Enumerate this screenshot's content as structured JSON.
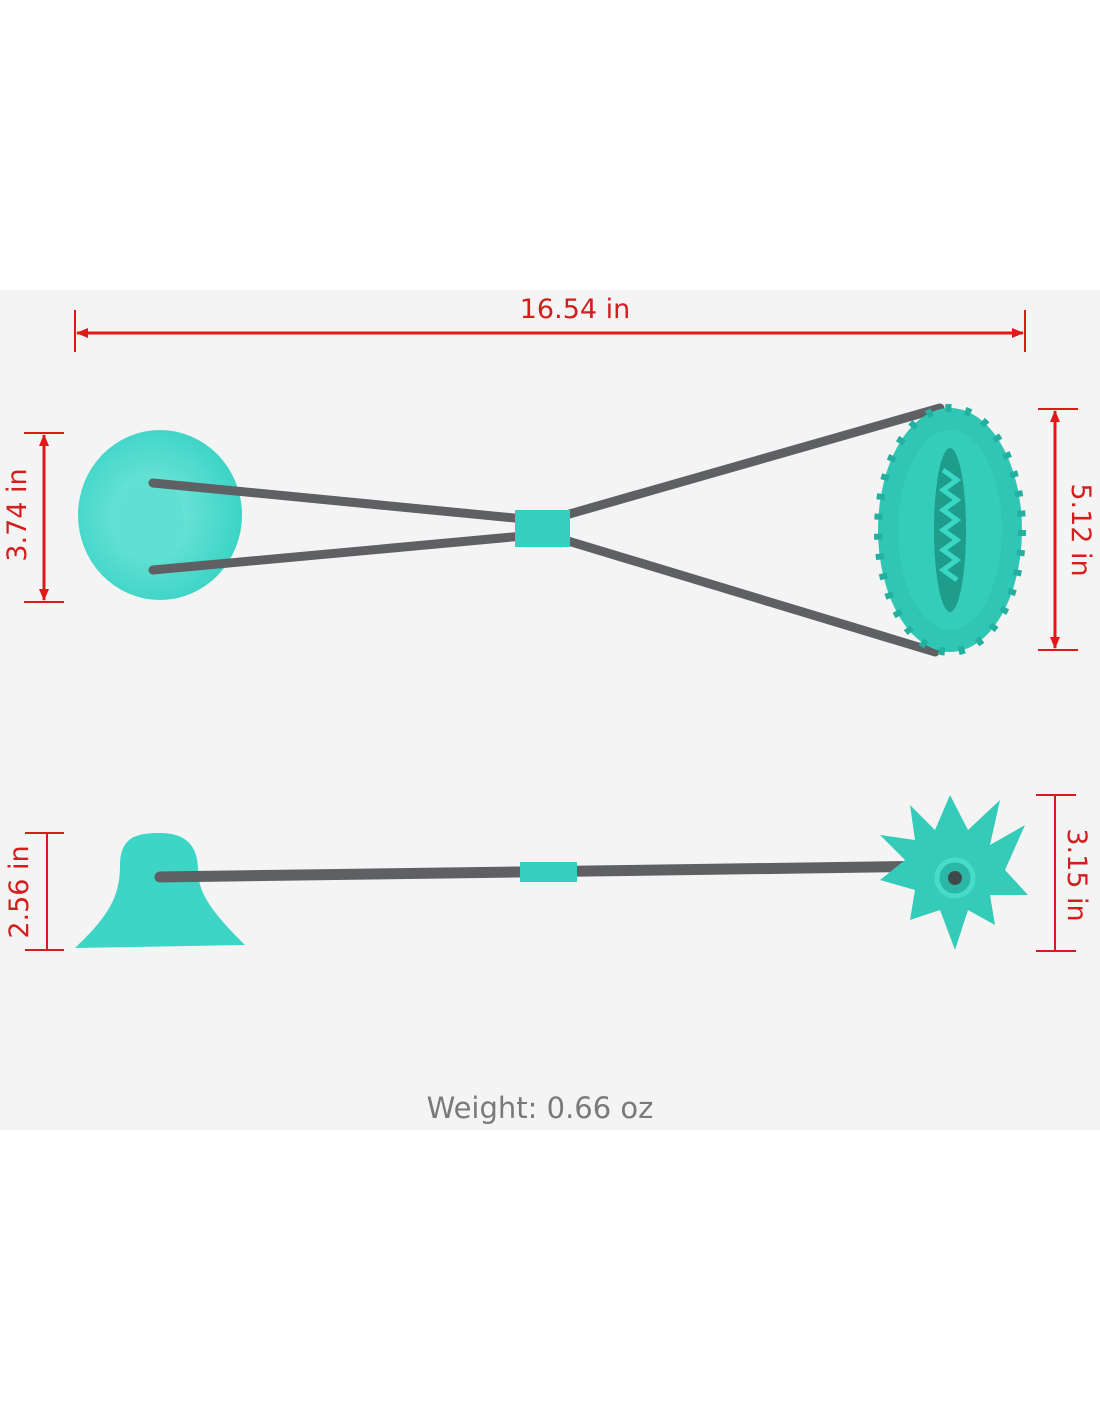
{
  "dimensions": {
    "length": "16.54 in",
    "suction_cup_diameter": "3.74 in",
    "ball_height": "5.12 in",
    "suction_cup_height": "2.56 in",
    "ball_side_height": "3.15 in"
  },
  "weight_label": "Weight:  0.66 oz",
  "colors": {
    "dimension": "#d41e1e",
    "toy": "#3dd6c6",
    "rope": "#5f6064",
    "background": "#f4f4f4"
  }
}
